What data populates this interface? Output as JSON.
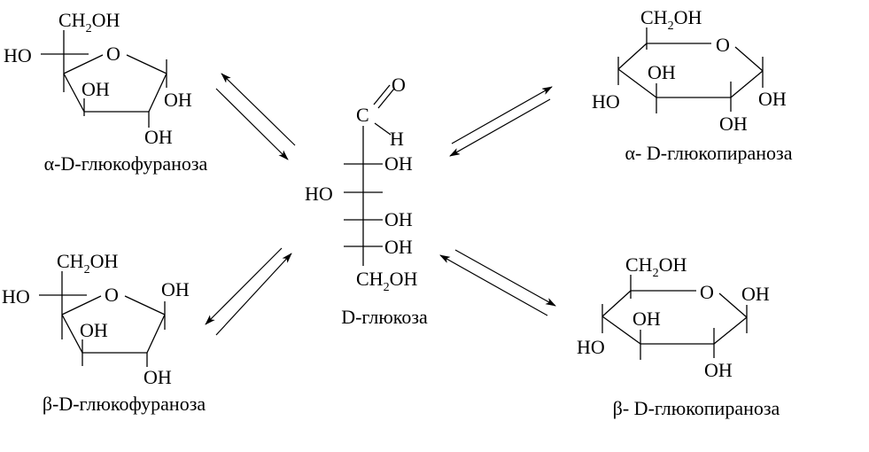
{
  "groups": {
    "ch2oh_ch": "CH",
    "ch2oh_sub": "2",
    "ch2oh_oh": "OH",
    "ho": "HO",
    "oh": "OH",
    "ring_o": "O",
    "ald_o": "O",
    "ald_c": "C",
    "ald_h": "H"
  },
  "captions": {
    "alpha_furanose": "α-D-глюкофураноза",
    "beta_furanose": "β-D-глюкофураноза",
    "glucose": "D-глюкоза",
    "alpha_pyranose": "α- D-глюкопираноза",
    "beta_pyranose": "β- D-глюкопираноза"
  }
}
